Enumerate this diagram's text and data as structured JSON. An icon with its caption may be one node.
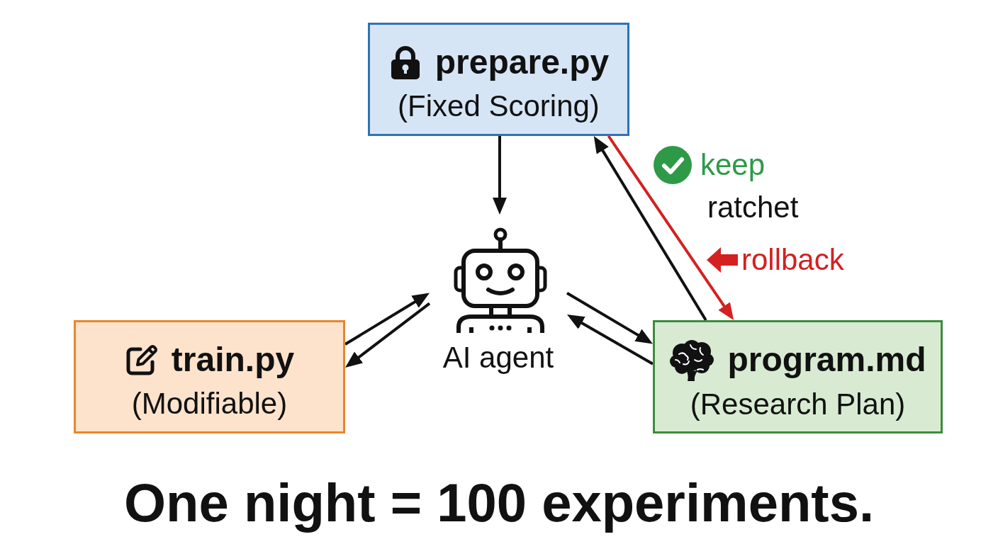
{
  "diagram": {
    "caption": "One night = 100 experiments.",
    "nodes": [
      {
        "text": [
          "prepare.py",
          "(Fixed Scoring)"
        ]
      },
      {
        "text": [
          "AI agent"
        ]
      },
      {
        "text": [
          "train.py",
          "(Modifiable)"
        ]
      },
      {
        "text": [
          "program.md",
          "(Research Plan)"
        ]
      }
    ],
    "edges": [
      {
        "from": 0,
        "to": 1,
        "arrow": "to"
      },
      {
        "from": 2,
        "to": 1,
        "arrow": "to"
      },
      {
        "from": 1,
        "to": 2,
        "arrow": "to"
      },
      {
        "from": 1,
        "to": 3,
        "arrow": "to"
      },
      {
        "from": 3,
        "to": 1,
        "arrow": "to"
      },
      {
        "from": 3,
        "to": 0,
        "arrow": "to"
      },
      {
        "from": 0,
        "to": 3,
        "arrow": "to",
        "color": "#d42020"
      }
    ],
    "labels": [
      "keep",
      "ratchet",
      "rollback"
    ]
  }
}
